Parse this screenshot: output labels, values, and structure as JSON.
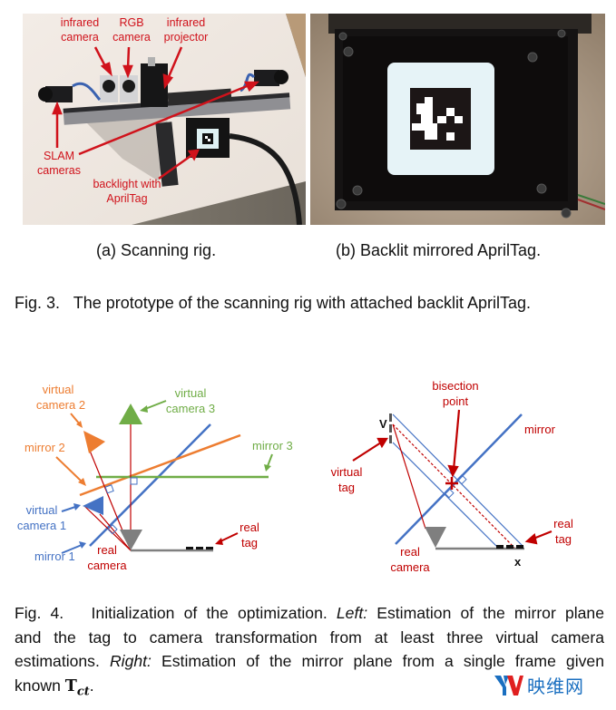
{
  "figure3": {
    "subfigure_a": {
      "caption": "(a) Scanning rig.",
      "annotations": {
        "infrared_camera": [
          "infrared",
          "camera"
        ],
        "rgb_camera": [
          "RGB",
          "camera"
        ],
        "infrared_projector": [
          "infrared",
          "projector"
        ],
        "slam_cameras": [
          "SLAM",
          "cameras"
        ],
        "backlight": [
          "backlight with",
          "AprilTag"
        ]
      },
      "annotation_color": "#d0121b"
    },
    "subfigure_b": {
      "caption": "(b) Backlit mirrored AprilTag."
    },
    "caption": "Fig. 3.   The prototype of the scanning rig with attached backlit AprilTag."
  },
  "figure4": {
    "left_diagram": {
      "labels": {
        "virtual_camera_2": [
          "virtual",
          "camera 2"
        ],
        "virtual_camera_3": [
          "virtual",
          "camera 3"
        ],
        "mirror_2": "mirror 2",
        "mirror_3": "mirror 3",
        "virtual_camera_1": [
          "virtual",
          "camera 1"
        ],
        "mirror_1": "mirror 1",
        "real_camera": [
          "real",
          "camera"
        ],
        "real_tag": [
          "real",
          "tag"
        ]
      },
      "colors": {
        "blue": "#4472c4",
        "orange": "#ed7d31",
        "green": "#70ad47",
        "red": "#c00000",
        "gray": "#7f7f7f"
      }
    },
    "right_diagram": {
      "labels": {
        "bisection_point": [
          "bisection",
          "point"
        ],
        "mirror": "mirror",
        "v": "V",
        "virtual_tag": [
          "virtual",
          "tag"
        ],
        "real_tag": [
          "real",
          "tag"
        ],
        "real_camera": [
          "real",
          "camera"
        ],
        "x": "x"
      }
    },
    "caption": {
      "prefix": "Fig. 4.   Initialization of the optimization. ",
      "left_label": "Left:",
      "left_text": " Estimation of the mirror plane",
      "line2": "and the tag to camera transformation from at least three virtual camera",
      "line3_a": "estimations. ",
      "right_label": "Right:",
      "line3_b": " Estimation of the mirror plane from a single frame given",
      "line4_a": "known ",
      "math_T": "T",
      "math_sub": "ct",
      "line4_b": "."
    }
  },
  "watermark": {
    "logo": "YV",
    "text": "映维网"
  }
}
